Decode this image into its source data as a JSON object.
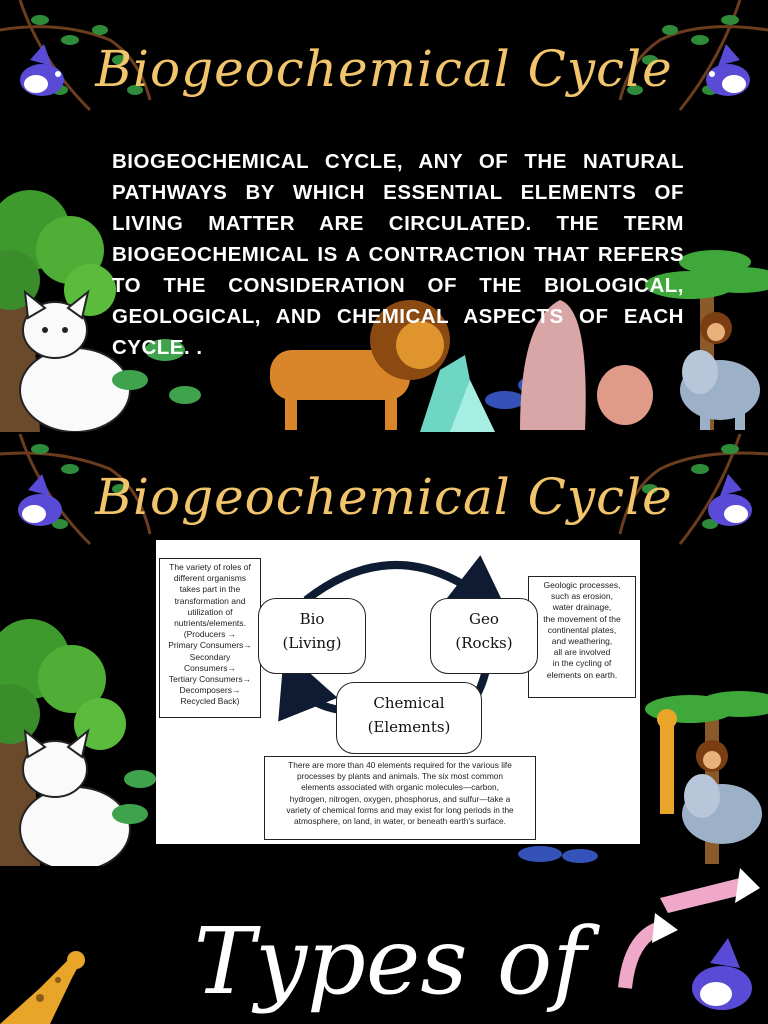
{
  "slide1": {
    "title": "Biogeochemical Cycle",
    "body": "BIOGEOCHEMICAL CYCLE, ANY OF THE NATURAL PATHWAYS BY WHICH ESSENTIAL ELEMENTS OF LIVING MATTER ARE CIRCULATED. THE TERM BIOGEOCHEMICAL IS A CONTRACTION THAT REFERS TO THE CONSIDERATION OF THE BIOLOGICAL, GEOLOGICAL, AND CHEMICAL ASPECTS OF EACH CYCLE. ."
  },
  "slide2": {
    "title": "Biogeochemical Cycle",
    "diagram": {
      "left_note": [
        "The variety of roles of",
        "different organisms",
        "takes part in the",
        "transformation and",
        "utilization of",
        "nutrients/elements.",
        "(Producers →",
        "Primary Consumers→",
        "Secondary Consumers→",
        "Tertiary Consumers→",
        "Decomposers→",
        "Recycled Back)"
      ],
      "right_note": [
        "Geologic processes,",
        "such as erosion,",
        "water drainage,",
        "the movement of the",
        "continental plates,",
        "and weathering,",
        "all are involved",
        "in the cycling of",
        "elements on earth."
      ],
      "bottom_note": [
        "There are more than 40 elements required for the various life",
        "processes by plants and animals. The six most common",
        "elements associated with organic molecules—carbon,",
        "hydrogen, nitrogen, oxygen, phosphorus, and sulfur—take a",
        "variety of chemical forms and may exist for long periods in the",
        "atmosphere, on land, in water, or beneath earth's surface."
      ],
      "bio": {
        "line1": "Bio",
        "line2": "(Living)"
      },
      "geo": {
        "line1": "Geo",
        "line2": "(Rocks)"
      },
      "chem": {
        "line1": "Chemical",
        "line2": "(Elements)"
      }
    }
  },
  "slide3": {
    "title": "Types of"
  },
  "colors": {
    "title_gold": "#f2c46b",
    "background": "#000000",
    "bird_purple": "#5a4bd6",
    "leaf_green": "#2e8b3a",
    "lion_orange": "#d9862a"
  }
}
